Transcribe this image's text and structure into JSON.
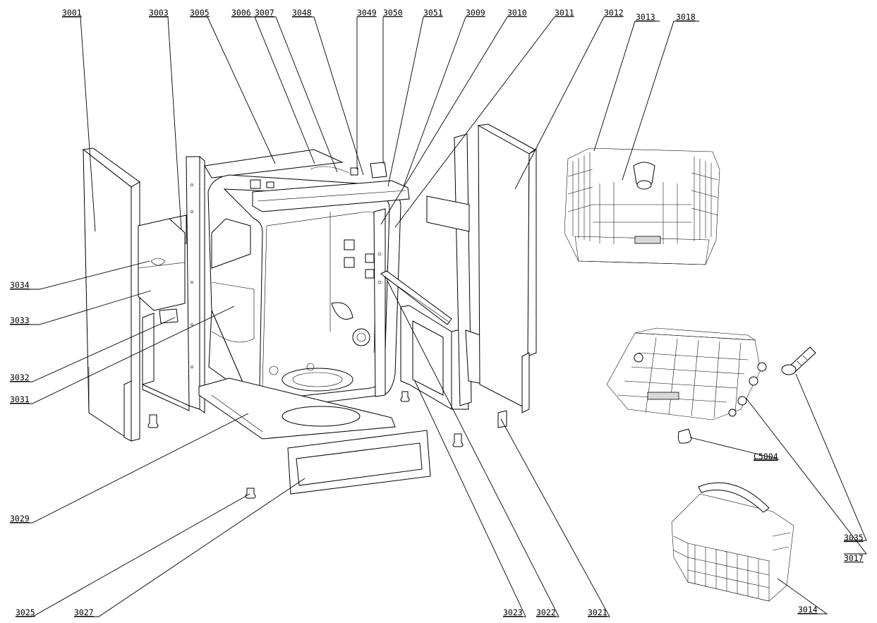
{
  "diagram": {
    "labels": [
      {
        "id": "3001"
      },
      {
        "id": "3003"
      },
      {
        "id": "3005"
      },
      {
        "id": "3006"
      },
      {
        "id": "3007"
      },
      {
        "id": "3048"
      },
      {
        "id": "3049"
      },
      {
        "id": "3050"
      },
      {
        "id": "3051"
      },
      {
        "id": "3009"
      },
      {
        "id": "3010"
      },
      {
        "id": "3011"
      },
      {
        "id": "3012"
      },
      {
        "id": "3013"
      },
      {
        "id": "3018"
      },
      {
        "id": "3034"
      },
      {
        "id": "3033"
      },
      {
        "id": "3032"
      },
      {
        "id": "3031"
      },
      {
        "id": "3029"
      },
      {
        "id": "3025"
      },
      {
        "id": "3027"
      },
      {
        "id": "3023"
      },
      {
        "id": "3022"
      },
      {
        "id": "3021"
      },
      {
        "id": "3014"
      },
      {
        "id": "3017"
      },
      {
        "id": "3035"
      },
      {
        "id": "C5004"
      }
    ]
  }
}
